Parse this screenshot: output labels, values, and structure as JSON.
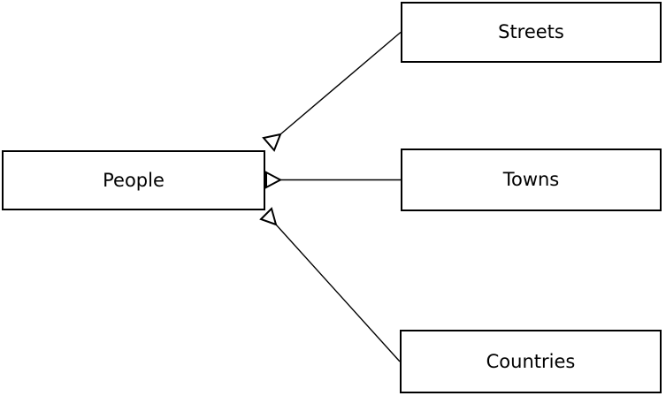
{
  "diagram": {
    "type": "uml-generalization-diagram",
    "background_color": "#ffffff",
    "node_fill_color": "#ffffff",
    "node_border_color": "#000000",
    "text_color": "#000000",
    "connector_color": "#000000",
    "arrowhead_style": "hollow-triangle",
    "nodes": [
      {
        "id": "people",
        "label": "People"
      },
      {
        "id": "streets",
        "label": "Streets"
      },
      {
        "id": "towns",
        "label": "Towns"
      },
      {
        "id": "countries",
        "label": "Countries"
      }
    ],
    "edges": [
      {
        "from": "people",
        "to": "streets",
        "arrowhead_at": "people"
      },
      {
        "from": "people",
        "to": "towns",
        "arrowhead_at": "people"
      },
      {
        "from": "people",
        "to": "countries",
        "arrowhead_at": "people"
      }
    ]
  }
}
